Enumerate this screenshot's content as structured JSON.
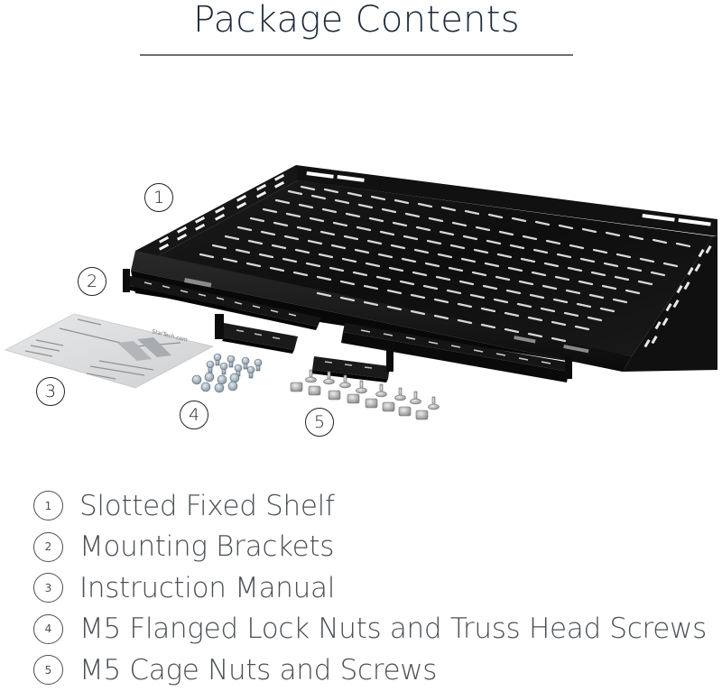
{
  "header": {
    "title": "Package Contents"
  },
  "colors": {
    "title_text": "#1f2b3a",
    "rule": "#6d6f73",
    "legend_text": "#4a4f55",
    "metal_black": "#141414",
    "background": "#ffffff"
  },
  "callouts": [
    {
      "number": "1",
      "target": "shelf"
    },
    {
      "number": "2",
      "target": "brackets"
    },
    {
      "number": "3",
      "target": "manual"
    },
    {
      "number": "4",
      "target": "lock-nuts-and-screws"
    },
    {
      "number": "5",
      "target": "cage-nuts-and-screws"
    }
  ],
  "legend": {
    "items": [
      {
        "number": "1",
        "label": "Slotted Fixed Shelf"
      },
      {
        "number": "2",
        "label": "Mounting Brackets"
      },
      {
        "number": "3",
        "label": "Instruction Manual"
      },
      {
        "number": "4",
        "label": "M5 Flanged Lock Nuts and Truss Head Screws"
      },
      {
        "number": "5",
        "label": "M5 Cage Nuts and Screws"
      }
    ]
  }
}
